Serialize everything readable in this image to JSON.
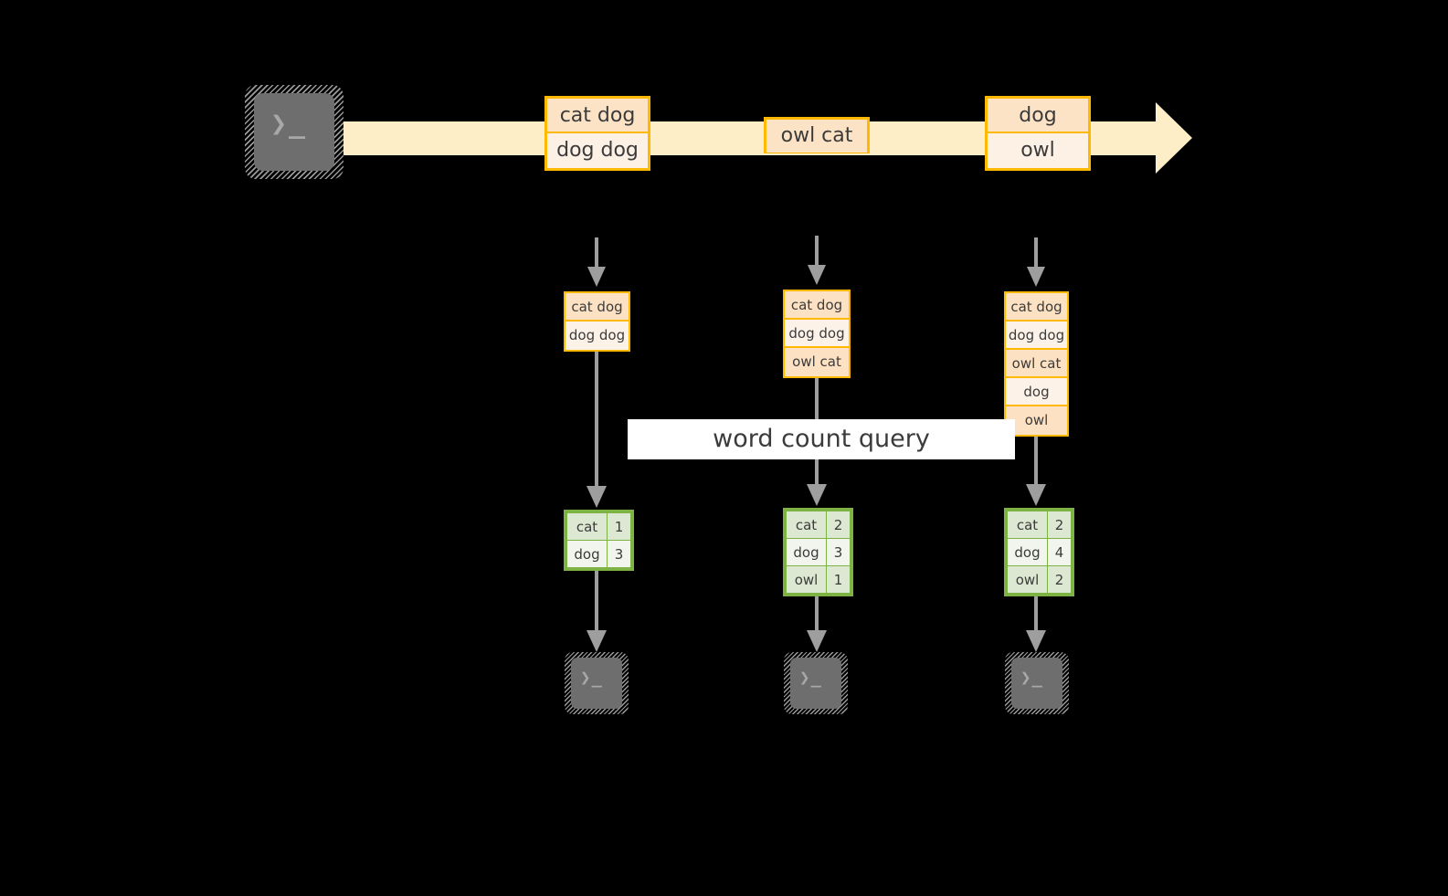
{
  "diagram": {
    "title": "word count streaming query diagram",
    "colors": {
      "background": "#000000",
      "stream_arrow": "#fdeec8",
      "event_border": "#ffb900",
      "event_fill_dark": "#fde3c6",
      "event_fill_light": "#fdf1e6",
      "result_border": "#7cb342",
      "result_fill_dark": "#dde8d2",
      "result_fill_light": "#f1f5ed",
      "arrow_gray": "#999999",
      "terminal_gray": "#6e6e6e",
      "label_background": "#ffffff",
      "text": "#3b3b3b"
    },
    "source": {
      "icon_name": "terminal-icon",
      "glyph": "❯_"
    },
    "stream": {
      "name": "input-event-stream",
      "events": [
        {
          "id": "batch-1",
          "lines": [
            "cat dog",
            "dog dog"
          ]
        },
        {
          "id": "batch-2",
          "lines": [
            "owl cat"
          ]
        },
        {
          "id": "batch-3",
          "lines": [
            "dog",
            "owl"
          ]
        }
      ]
    },
    "trigger_arrows": [
      {
        "name": "trigger-arrow-1"
      },
      {
        "name": "trigger-arrow-2"
      },
      {
        "name": "trigger-arrow-3"
      }
    ],
    "accumulated_state": [
      {
        "id": "state-1",
        "rows": [
          "cat dog",
          "dog dog"
        ]
      },
      {
        "id": "state-2",
        "rows": [
          "cat dog",
          "dog dog",
          "owl cat"
        ]
      },
      {
        "id": "state-3",
        "rows": [
          "cat dog",
          "dog dog",
          "owl cat",
          "dog",
          "owl"
        ]
      }
    ],
    "query": {
      "label": "word count query"
    },
    "results": [
      {
        "id": "result-1",
        "rows": [
          {
            "word": "cat",
            "count": "1"
          },
          {
            "word": "dog",
            "count": "3"
          }
        ]
      },
      {
        "id": "result-2",
        "rows": [
          {
            "word": "cat",
            "count": "2"
          },
          {
            "word": "dog",
            "count": "3"
          },
          {
            "word": "owl",
            "count": "1"
          }
        ]
      },
      {
        "id": "result-3",
        "rows": [
          {
            "word": "cat",
            "count": "2"
          },
          {
            "word": "dog",
            "count": "4"
          },
          {
            "word": "owl",
            "count": "2"
          }
        ]
      }
    ],
    "sinks": [
      {
        "id": "sink-1",
        "icon_name": "terminal-icon",
        "glyph": "❯_"
      },
      {
        "id": "sink-2",
        "icon_name": "terminal-icon",
        "glyph": "❯_"
      },
      {
        "id": "sink-3",
        "icon_name": "terminal-icon",
        "glyph": "❯_"
      }
    ]
  }
}
